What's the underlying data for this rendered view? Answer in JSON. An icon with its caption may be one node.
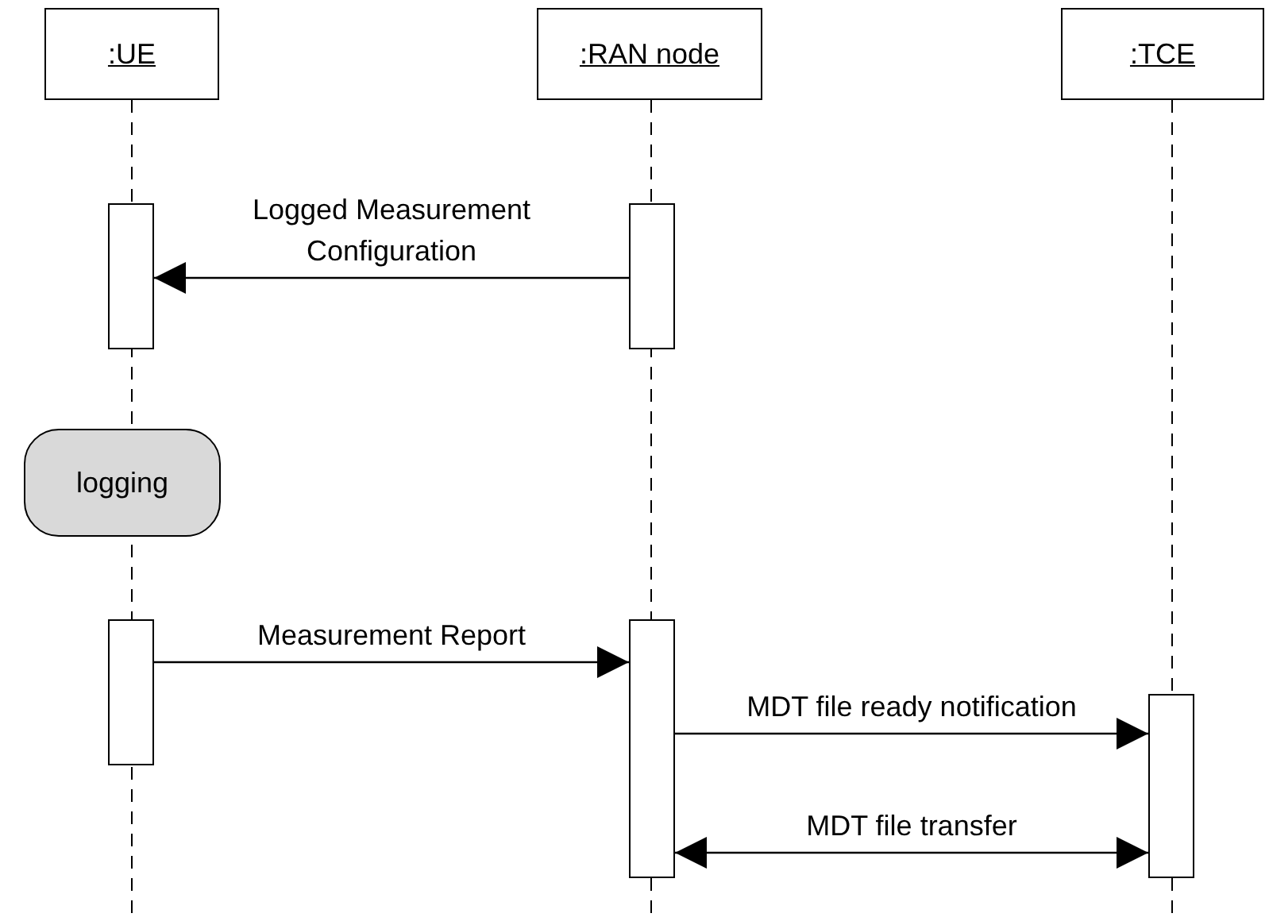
{
  "diagram": {
    "nodes": [
      {
        "text": [
          ":UE"
        ]
      },
      {
        "text": [
          ":RAN node"
        ]
      },
      {
        "text": [
          ":TCE"
        ]
      },
      {
        "text": [],
        "shape": "bar"
      },
      {
        "text": [],
        "shape": "bar"
      },
      {
        "text": [
          "logging"
        ]
      },
      {
        "text": [],
        "shape": "bar"
      },
      {
        "text": [],
        "shape": "bar"
      },
      {
        "text": [],
        "shape": "bar"
      }
    ],
    "edges": [
      {
        "from": 4,
        "to": 3,
        "arrow": "to",
        "label": "Logged Measurement Configuration"
      },
      {
        "from": 6,
        "to": 7,
        "arrow": "to",
        "label": "Measurement Report"
      },
      {
        "from": 7,
        "to": 8,
        "arrow": "to",
        "label": "MDT file ready notification"
      },
      {
        "from": 7,
        "to": 8,
        "arrow": "both",
        "label": "MDT file transfer"
      }
    ]
  }
}
